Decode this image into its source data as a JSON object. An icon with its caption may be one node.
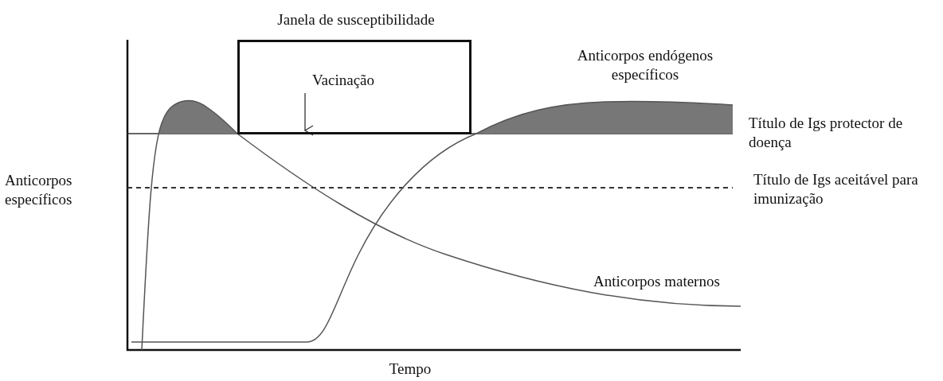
{
  "diagram": {
    "nodes": [
      {
        "text": [
          "Janela de susceptibilidade",
          "Vacinação"
        ]
      }
    ],
    "labels": [
      "Anticorpos endógenos específicos",
      "Título de Igs protector de doença",
      "Anticorpos específicos",
      "Título de Igs aceitável para imunização",
      "Anticorpos maternos",
      "Tempo"
    ]
  }
}
